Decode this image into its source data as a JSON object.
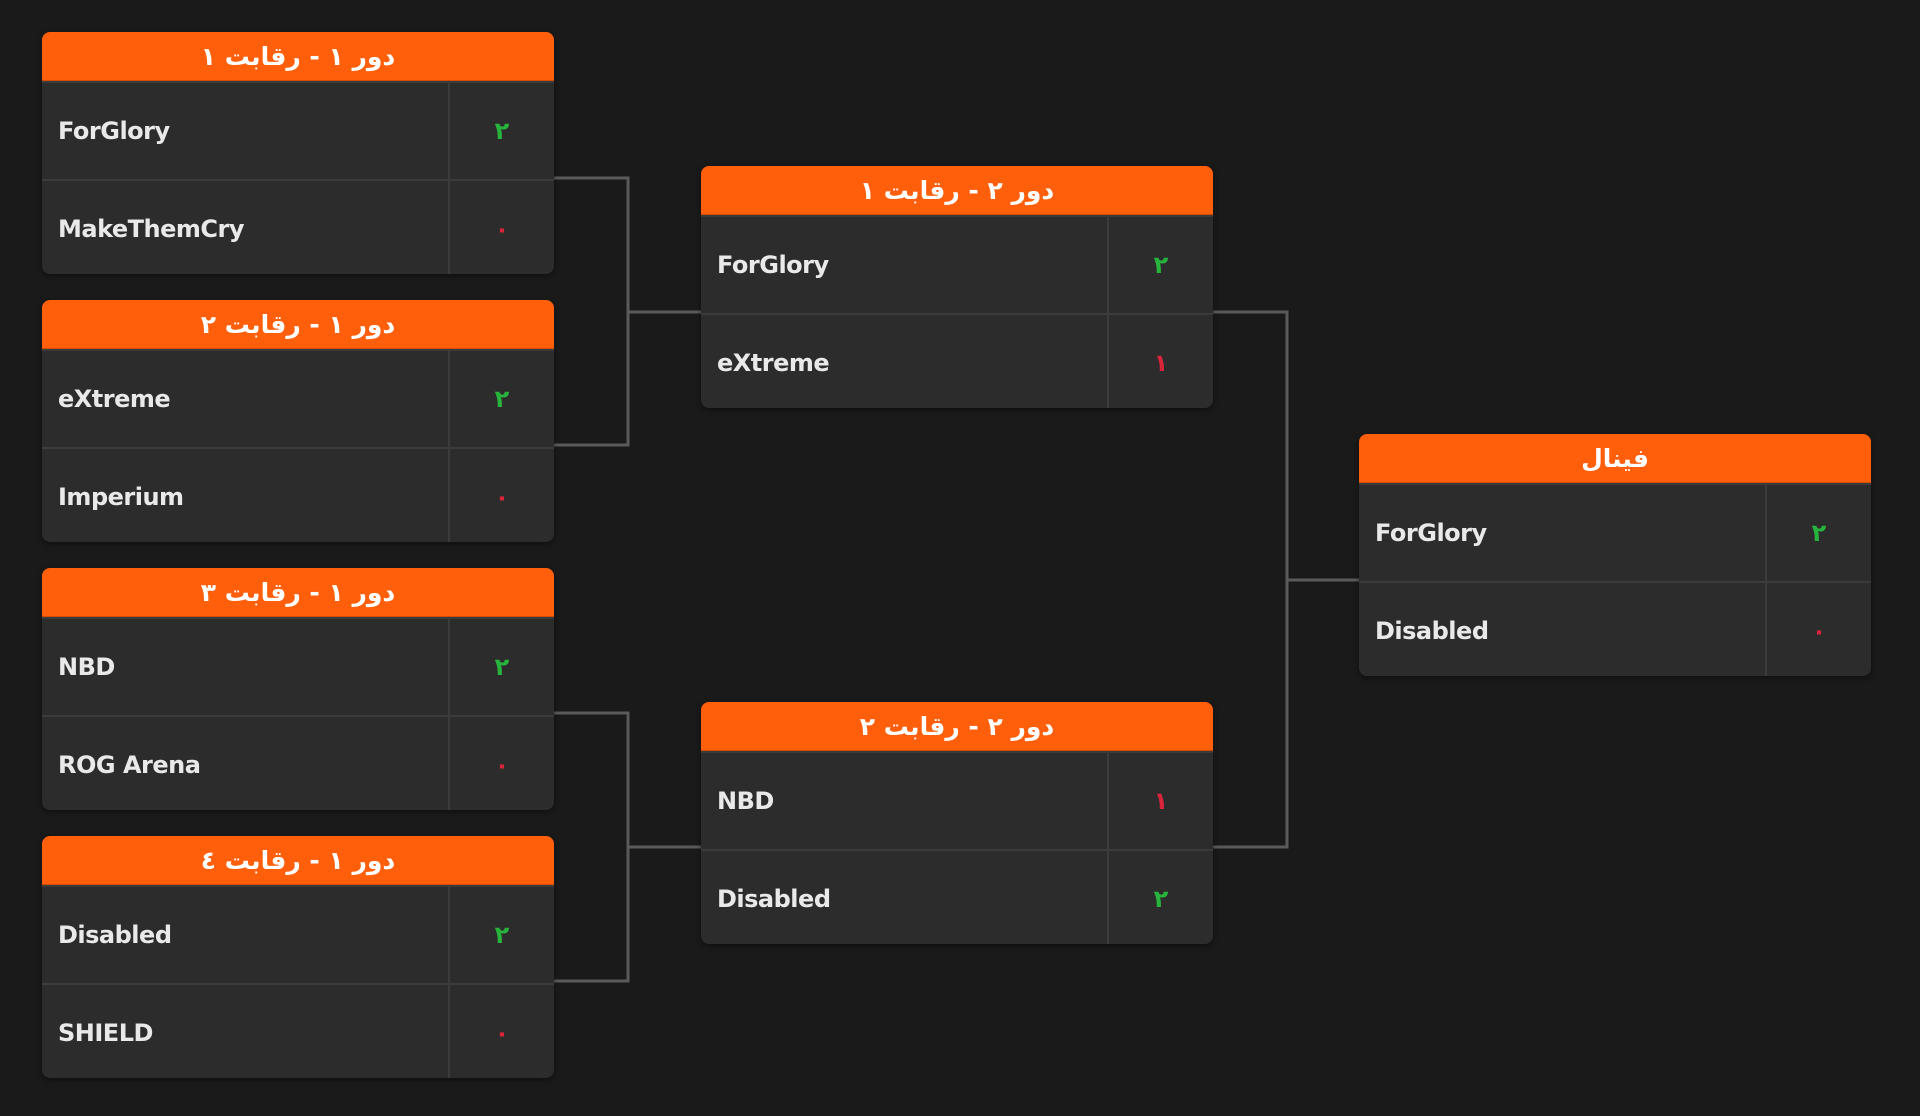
{
  "colors": {
    "background": "#1a1a1a",
    "card": "#2c2c2c",
    "header": "#ff5e0a",
    "win": "#28b43c",
    "loss": "#d9253a",
    "connector": "#5a5a5a"
  },
  "matches": [
    {
      "title": "دور ۱ - رقابت ۱",
      "teams": [
        {
          "name": "ForGlory",
          "score": "۲",
          "result": "win"
        },
        {
          "name": "MakeThemCry",
          "score": "۰",
          "result": "loss"
        }
      ]
    },
    {
      "title": "دور ۱ - رقابت ۲",
      "teams": [
        {
          "name": "eXtreme",
          "score": "۲",
          "result": "win"
        },
        {
          "name": "Imperium",
          "score": "۰",
          "result": "loss"
        }
      ]
    },
    {
      "title": "دور ۱ - رقابت ۳",
      "teams": [
        {
          "name": "NBD",
          "score": "۲",
          "result": "win"
        },
        {
          "name": "ROG Arena",
          "score": "۰",
          "result": "loss"
        }
      ]
    },
    {
      "title": "دور ۱ - رقابت ٤",
      "teams": [
        {
          "name": "Disabled",
          "score": "۲",
          "result": "win"
        },
        {
          "name": "SHIELD",
          "score": "۰",
          "result": "loss"
        }
      ]
    },
    {
      "title": "دور ۲ - رقابت ۱",
      "teams": [
        {
          "name": "ForGlory",
          "score": "۲",
          "result": "win"
        },
        {
          "name": "eXtreme",
          "score": "۱",
          "result": "loss"
        }
      ]
    },
    {
      "title": "دور ۲ - رقابت ۲",
      "teams": [
        {
          "name": "NBD",
          "score": "۱",
          "result": "loss"
        },
        {
          "name": "Disabled",
          "score": "۲",
          "result": "win"
        }
      ]
    },
    {
      "title": "فینال",
      "teams": [
        {
          "name": "ForGlory",
          "score": "۲",
          "result": "win"
        },
        {
          "name": "Disabled",
          "score": "۰",
          "result": "loss"
        }
      ]
    }
  ]
}
